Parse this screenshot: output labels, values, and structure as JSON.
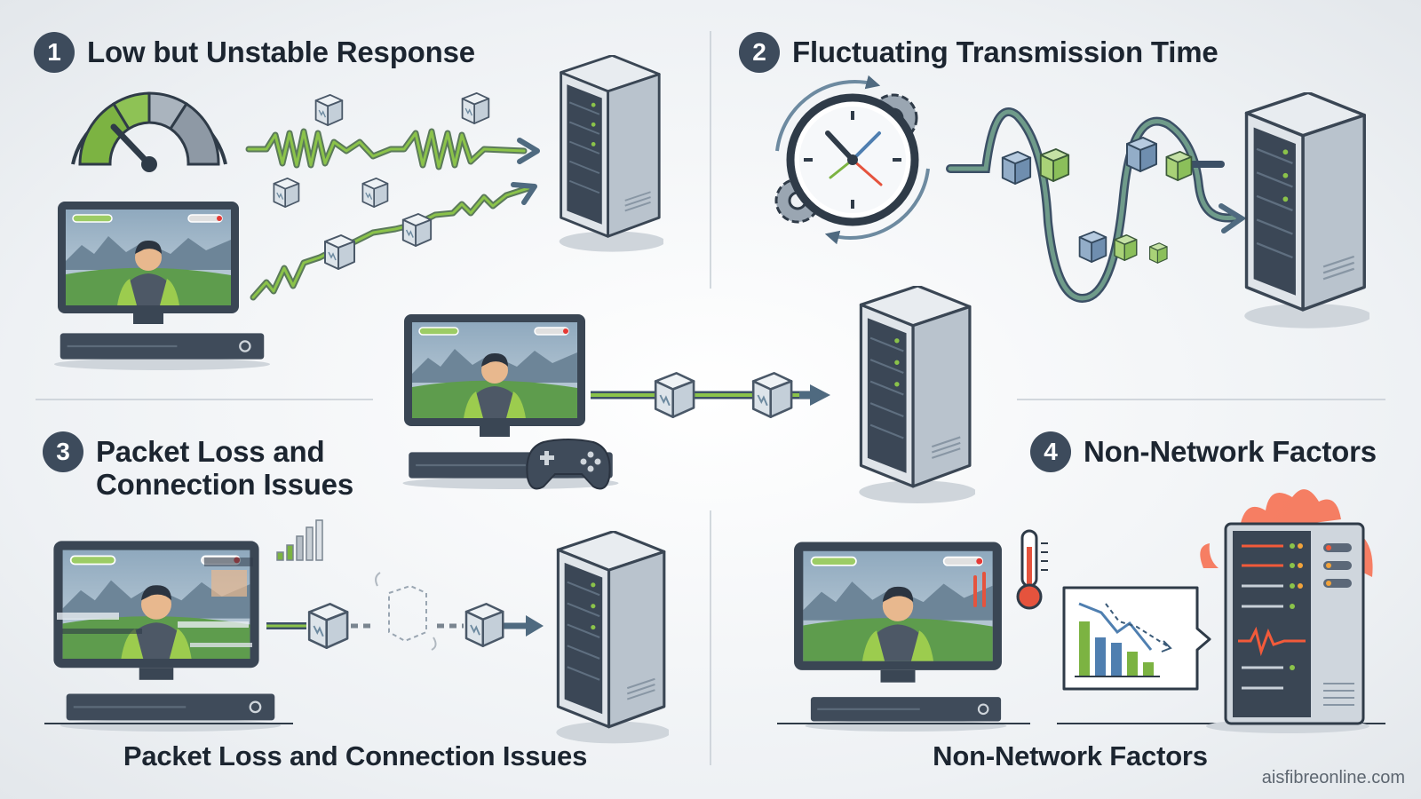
{
  "sections": [
    {
      "number": "1",
      "title": "Low but Unstable Response"
    },
    {
      "number": "2",
      "title": "Fluctuating Transmission Time"
    },
    {
      "number": "3",
      "title": "Packet Loss and Connection Issues"
    },
    {
      "number": "4",
      "title": "Non-Network Factors"
    }
  ],
  "captions": {
    "bottom_left": "Packet Loss and Connection Issues",
    "bottom_right": "Non-Network Factors"
  },
  "credit": "aisfibreonline.com",
  "icons": [
    "speedometer-icon",
    "clock-icon",
    "gear-icon",
    "thermometer-icon",
    "bar-chart-icon",
    "gamepad-icon",
    "fire-icon",
    "signal-bars-icon"
  ],
  "colors": {
    "badge": "#3d4b5c",
    "green": "#7cb342",
    "slate": "#46576b",
    "server": "#5b6878",
    "fire": "#f25a3a"
  }
}
